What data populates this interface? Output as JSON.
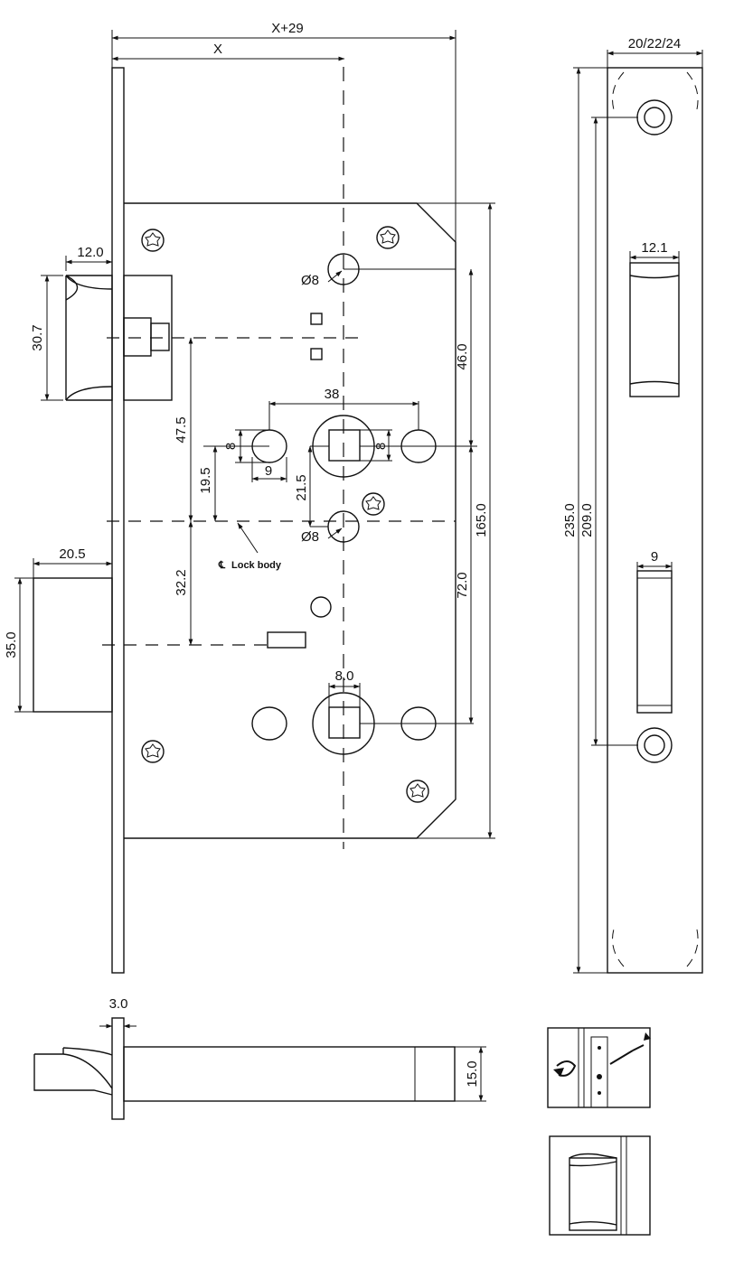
{
  "dimensions": {
    "x_plus_29": "X+29",
    "x": "X",
    "faceplate_width": "20/22/24",
    "latch_depth": "12.0",
    "latch_height": "30.7",
    "cam_hole_top": "Ø8",
    "cam_hole_bottom": "Ø8",
    "spindle_to_top_hole": "46.0",
    "hole_spacing": "38",
    "spindle_square_h": "8",
    "side_hole_h": "8",
    "side_hole_w": "9",
    "latch_to_spindle": "47.5",
    "spindle_to_centerline": "19.5",
    "cam_to_spindle": "21.5",
    "centerline_to_bolt": "32.2",
    "body_height": "165.0",
    "spindle_to_cylinder": "72.0",
    "bolt_depth": "20.5",
    "bolt_height": "35.0",
    "cylinder_square": "8.0",
    "strike_latch_width": "12.1",
    "strike_bolt_width": "9",
    "strike_length": "235.0",
    "strike_hole_spacing": "209.0",
    "faceplate_thickness": "3.0",
    "bolt_thickness": "15.0"
  },
  "labels": {
    "lock_body_centerline": "Lock body",
    "centerline_symbol": "℄"
  },
  "icons": {
    "install_thumbnail": "installation-guide-icon",
    "latch_thumbnail": "latch-detail-icon"
  }
}
